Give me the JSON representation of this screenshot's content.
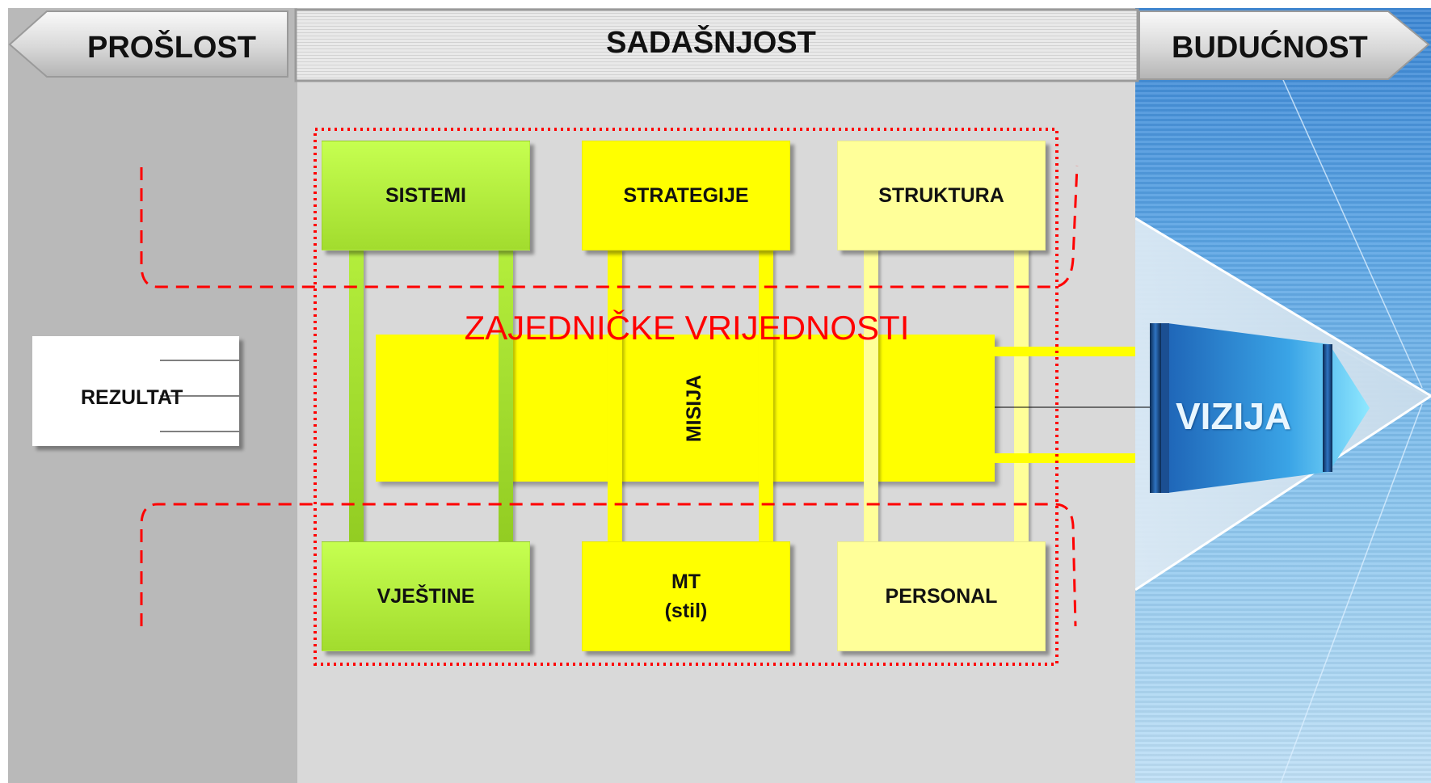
{
  "header": {
    "past": "PROŠLOST",
    "present": "SADAŠNJOST",
    "future": "BUDUĆNOST"
  },
  "boxes": {
    "sistemi": "SISTEMI",
    "strategije": "STRATEGIJE",
    "struktura": "STRUKTURA",
    "vjestine": "VJEŠTINE",
    "mt": "MT\n(stil)",
    "personal": "PERSONAL"
  },
  "shared_values": "ZAJEDNIČKE VRIJEDNOSTI",
  "mission": "MISIJA",
  "result": "REZULTAT",
  "vision": "VIZIJA",
  "colors": {
    "green": "#b4ee3c",
    "yellow": "#ffff00",
    "pale_yellow": "#ffff99",
    "red_dashed": "#ff0000",
    "future_blue": "#3b86d4"
  }
}
